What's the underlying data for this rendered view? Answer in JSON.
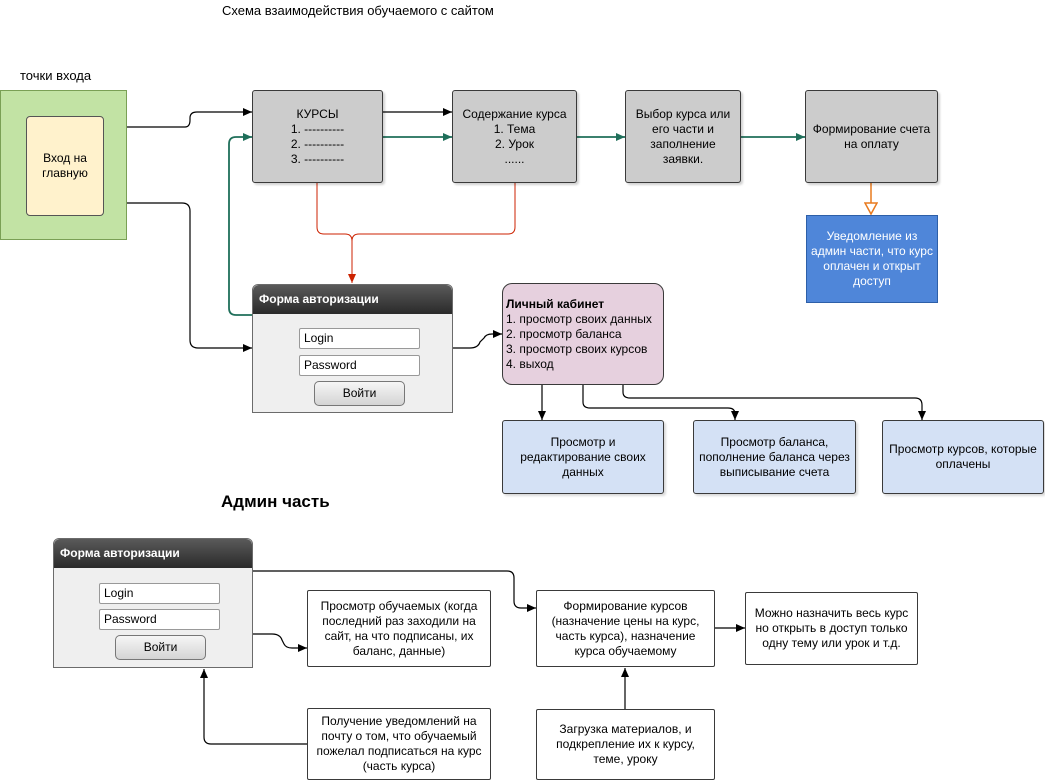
{
  "title": "Схема взаимодействия обучаемого с сайтом",
  "entry": {
    "label": "точки входа",
    "home": "Вход на главную"
  },
  "courses": {
    "title": "КУРСЫ",
    "items": [
      "1. ----------",
      "2. ----------",
      "3. ----------"
    ]
  },
  "content": {
    "title": "Содержание курса",
    "items": [
      "1. Тема",
      "2. Урок",
      "......"
    ]
  },
  "choose": "Выбор курса или его части и заполнение заявки.",
  "invoice": "Формирование счета на оплату",
  "notice": "Уведомление из админ части, что курс оплачен и открыт доступ",
  "auth_user": {
    "header": "Форма авторизации",
    "login_placeholder": "Login",
    "password_placeholder": "Password",
    "submit": "Войти"
  },
  "cabinet": {
    "title": "Личный кабинет",
    "items": [
      "1. просмотр своих данных",
      "2. просмотр баланса",
      "3. просмотр своих курсов",
      "4. выход"
    ]
  },
  "view_edit": "Просмотр и редактирование своих данных",
  "view_balance": "Просмотр баланса, пополнение баланса через выписывание счета",
  "view_courses": "Просмотр курсов, которые оплачены",
  "admin_title": "Админ часть",
  "auth_admin": {
    "header": "Форма авторизации",
    "login_placeholder": "Login",
    "password_placeholder": "Password",
    "submit": "Войти"
  },
  "view_students": "Просмотр обучаемых (когда последний раз заходили на сайт, на что подписаны, их баланс, данные)",
  "notifications": "Получение уведомлений на почту  о том, что обучаемый пожелал подписаться на курс (часть  курса)",
  "form_courses": "Формирование курсов (назначение цены на курс, часть курса), назначение курса обучаемому",
  "assign_note": "Можно назначить весь курс но открыть в доступ только одну тему или урок и т.д.",
  "upload": "Загрузка материалов, и подкрепление их  к курсу, теме, уроку",
  "colors": {
    "entry_bg": "#c2e3a4",
    "home_bg": "#fff2cc",
    "grey_box": "#cccccc",
    "notice_bg": "#4f86d9",
    "cabinet_bg": "#e6d0de",
    "light_blue": "#d4e1f5",
    "teal_arrow": "#1f6f5a",
    "red_arrow": "#cc2200",
    "orange_arrow": "#e87a1e"
  }
}
